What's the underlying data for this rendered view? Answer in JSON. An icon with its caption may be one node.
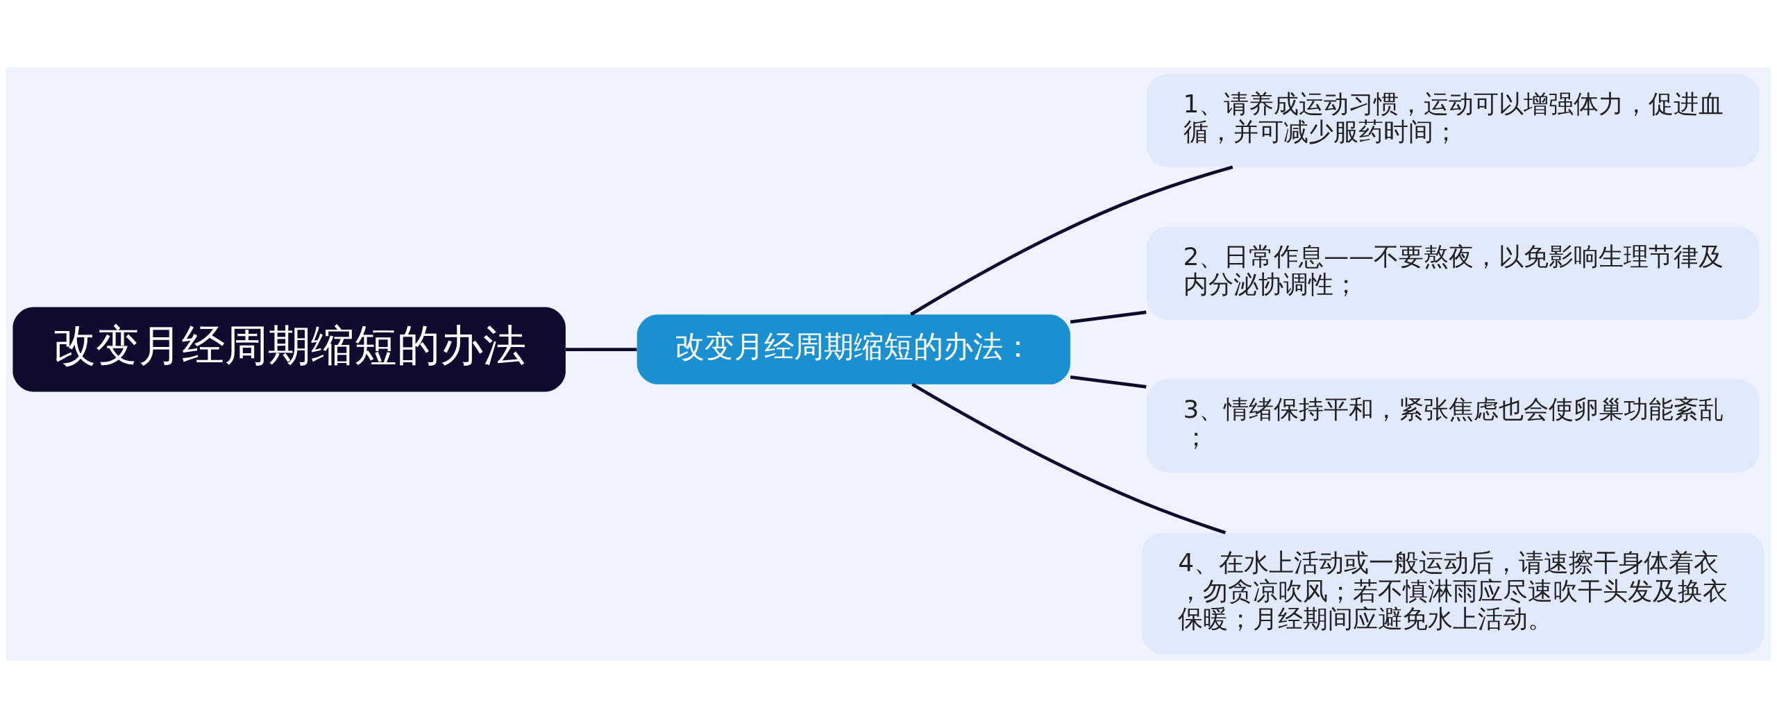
{
  "diagram": {
    "nodes": [
      {
        "text": [
          "改变月经周期缩短的办法"
        ]
      },
      {
        "text": [
          "改变月经周期缩短的办法："
        ]
      },
      {
        "text": [
          "1、请养成运动习惯，运动可以增强体力，促进血循，并可减少服药时间；"
        ]
      },
      {
        "text": [
          "2、日常作息——不要熬夜，以免影响生理节律及内分泌协调性；"
        ]
      },
      {
        "text": [
          "3、情绪保持平和，紧张焦虑也会使卵巢功能紊乱；"
        ]
      },
      {
        "text": [
          "4、在水上活动或一般运动后，请速擦干身体着衣，勿贪凉吹风；若不慎淋雨应尽速吹干头发及换衣保暖；月经期间应避免水上活动。"
        ]
      }
    ],
    "edges": [
      {
        "from": 0,
        "to": 1,
        "arrow": "none"
      },
      {
        "from": 1,
        "to": 2,
        "arrow": "none"
      },
      {
        "from": 1,
        "to": 3,
        "arrow": "none"
      },
      {
        "from": 1,
        "to": 4,
        "arrow": "none"
      },
      {
        "from": 1,
        "to": 5,
        "arrow": "none"
      }
    ]
  }
}
